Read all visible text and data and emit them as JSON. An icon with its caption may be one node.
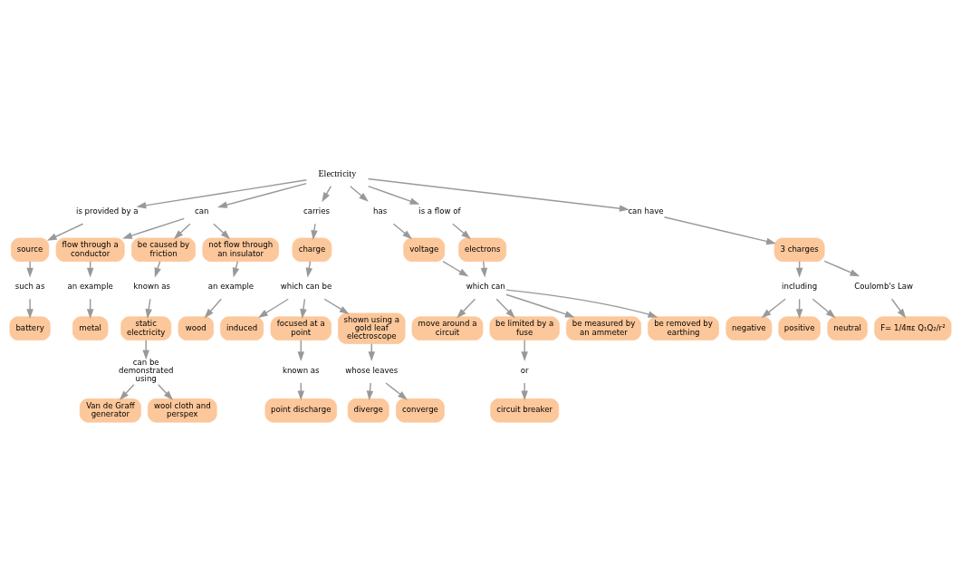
{
  "diagram": {
    "nodes": [
      {
        "text": [
          "Electricity"
        ]
      },
      {
        "text": [
          "is provided by a"
        ]
      },
      {
        "text": [
          "source"
        ]
      },
      {
        "text": [
          "such as"
        ]
      },
      {
        "text": [
          "battery"
        ]
      },
      {
        "text": [
          "can"
        ]
      },
      {
        "text": [
          "flow through a conductor"
        ]
      },
      {
        "text": [
          "be caused by friction"
        ]
      },
      {
        "text": [
          "not flow through an insulator"
        ]
      },
      {
        "text": [
          "an example"
        ]
      },
      {
        "text": [
          "metal"
        ]
      },
      {
        "text": [
          "known as"
        ]
      },
      {
        "text": [
          "static electricity"
        ]
      },
      {
        "text": [
          "can be demonstrated using"
        ]
      },
      {
        "text": [
          "Van de Graff generator"
        ]
      },
      {
        "text": [
          "wool cloth and perspex"
        ]
      },
      {
        "text": [
          "an example"
        ]
      },
      {
        "text": [
          "wood"
        ]
      },
      {
        "text": [
          "carries"
        ]
      },
      {
        "text": [
          "charge"
        ]
      },
      {
        "text": [
          "which can be"
        ]
      },
      {
        "text": [
          "induced"
        ]
      },
      {
        "text": [
          "focused at a point"
        ]
      },
      {
        "text": [
          "shown using a gold leaf electroscope"
        ]
      },
      {
        "text": [
          "known as"
        ]
      },
      {
        "text": [
          "point discharge"
        ]
      },
      {
        "text": [
          "whose leaves"
        ]
      },
      {
        "text": [
          "diverge"
        ]
      },
      {
        "text": [
          "converge"
        ]
      },
      {
        "text": [
          "has"
        ]
      },
      {
        "text": [
          "voltage"
        ]
      },
      {
        "text": [
          "is a flow of"
        ]
      },
      {
        "text": [
          "electrons"
        ]
      },
      {
        "text": [
          "which can"
        ]
      },
      {
        "text": [
          "move around a circuit"
        ]
      },
      {
        "text": [
          "be limited by a fuse"
        ]
      },
      {
        "text": [
          "be measured by an ammeter"
        ]
      },
      {
        "text": [
          "be removed by earthing"
        ]
      },
      {
        "text": [
          "or"
        ]
      },
      {
        "text": [
          "circuit breaker"
        ]
      },
      {
        "text": [
          "can have"
        ]
      },
      {
        "text": [
          "3 charges"
        ]
      },
      {
        "text": [
          "including"
        ]
      },
      {
        "text": [
          "Coulomb's Law"
        ]
      },
      {
        "text": [
          "negative"
        ]
      },
      {
        "text": [
          "positive"
        ]
      },
      {
        "text": [
          "neutral"
        ]
      },
      {
        "text": [
          "F= 1/4πε Q₁Q₂/r²"
        ]
      }
    ],
    "edges": [
      {
        "from": 0,
        "to": 1,
        "arrow": "to"
      },
      {
        "from": 1,
        "to": 2,
        "arrow": "to"
      },
      {
        "from": 2,
        "to": 3,
        "arrow": "to"
      },
      {
        "from": 3,
        "to": 4,
        "arrow": "to"
      },
      {
        "from": 0,
        "to": 5,
        "arrow": "to"
      },
      {
        "from": 5,
        "to": 6,
        "arrow": "to"
      },
      {
        "from": 5,
        "to": 7,
        "arrow": "to"
      },
      {
        "from": 5,
        "to": 8,
        "arrow": "to"
      },
      {
        "from": 6,
        "to": 9,
        "arrow": "to"
      },
      {
        "from": 9,
        "to": 10,
        "arrow": "to"
      },
      {
        "from": 7,
        "to": 11,
        "arrow": "to"
      },
      {
        "from": 11,
        "to": 12,
        "arrow": "to"
      },
      {
        "from": 12,
        "to": 13,
        "arrow": "to"
      },
      {
        "from": 13,
        "to": 14,
        "arrow": "to"
      },
      {
        "from": 13,
        "to": 15,
        "arrow": "to"
      },
      {
        "from": 8,
        "to": 16,
        "arrow": "to"
      },
      {
        "from": 16,
        "to": 17,
        "arrow": "to"
      },
      {
        "from": 0,
        "to": 18,
        "arrow": "to"
      },
      {
        "from": 18,
        "to": 19,
        "arrow": "to"
      },
      {
        "from": 19,
        "to": 20,
        "arrow": "to"
      },
      {
        "from": 20,
        "to": 21,
        "arrow": "to"
      },
      {
        "from": 20,
        "to": 22,
        "arrow": "to"
      },
      {
        "from": 20,
        "to": 23,
        "arrow": "to"
      },
      {
        "from": 22,
        "to": 24,
        "arrow": "to"
      },
      {
        "from": 24,
        "to": 25,
        "arrow": "to"
      },
      {
        "from": 23,
        "to": 26,
        "arrow": "to"
      },
      {
        "from": 26,
        "to": 27,
        "arrow": "to"
      },
      {
        "from": 26,
        "to": 28,
        "arrow": "to"
      },
      {
        "from": 0,
        "to": 29,
        "arrow": "to"
      },
      {
        "from": 29,
        "to": 30,
        "arrow": "to"
      },
      {
        "from": 30,
        "to": 33,
        "arrow": "to"
      },
      {
        "from": 0,
        "to": 31,
        "arrow": "to"
      },
      {
        "from": 31,
        "to": 32,
        "arrow": "to"
      },
      {
        "from": 32,
        "to": 33,
        "arrow": "to"
      },
      {
        "from": 33,
        "to": 34,
        "arrow": "to"
      },
      {
        "from": 33,
        "to": 35,
        "arrow": "to"
      },
      {
        "from": 33,
        "to": 36,
        "arrow": "to"
      },
      {
        "from": 33,
        "to": 37,
        "arrow": "to"
      },
      {
        "from": 35,
        "to": 38,
        "arrow": "to"
      },
      {
        "from": 38,
        "to": 39,
        "arrow": "to"
      },
      {
        "from": 0,
        "to": 40,
        "arrow": "to"
      },
      {
        "from": 40,
        "to": 41,
        "arrow": "to"
      },
      {
        "from": 41,
        "to": 42,
        "arrow": "to"
      },
      {
        "from": 41,
        "to": 43,
        "arrow": "to"
      },
      {
        "from": 42,
        "to": 44,
        "arrow": "to"
      },
      {
        "from": 42,
        "to": 45,
        "arrow": "to"
      },
      {
        "from": 42,
        "to": 46,
        "arrow": "to"
      },
      {
        "from": 43,
        "to": 47,
        "arrow": "to"
      }
    ]
  }
}
